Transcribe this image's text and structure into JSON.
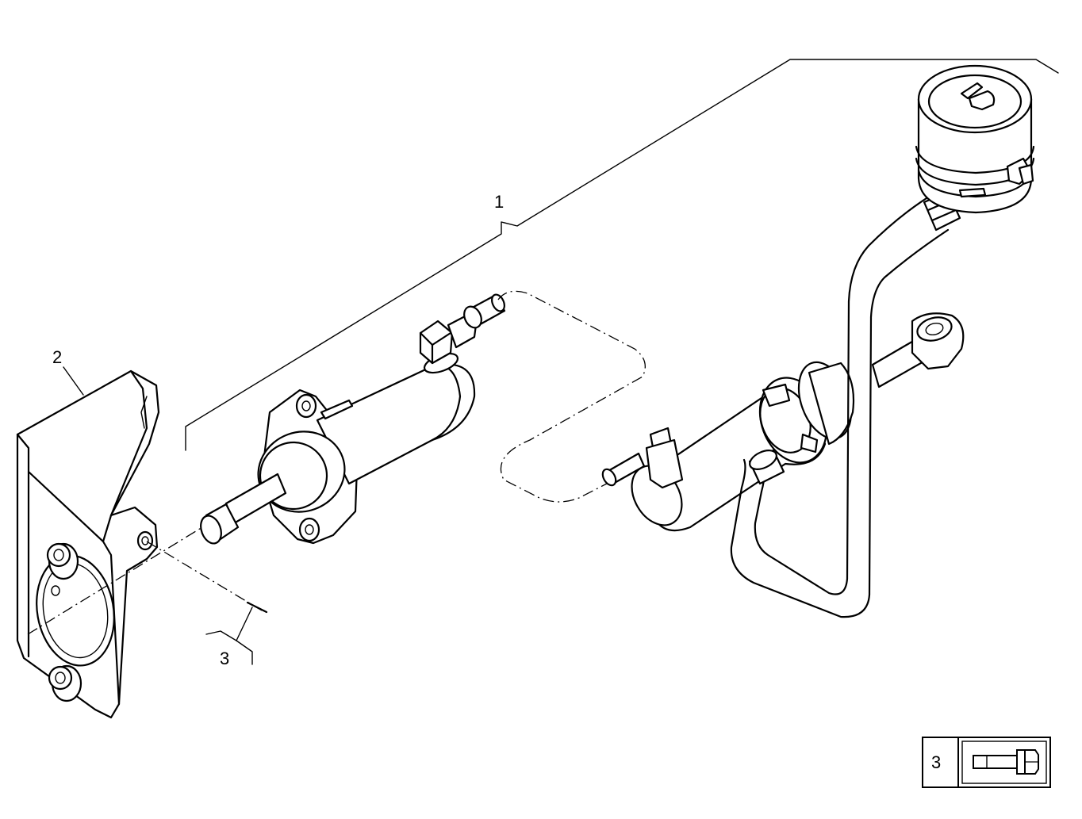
{
  "diagram": {
    "callouts": {
      "part_1": "1",
      "part_2": "2",
      "part_3": "3"
    },
    "legend": {
      "item_number": "3",
      "item_icon": "bolt-icon"
    }
  }
}
